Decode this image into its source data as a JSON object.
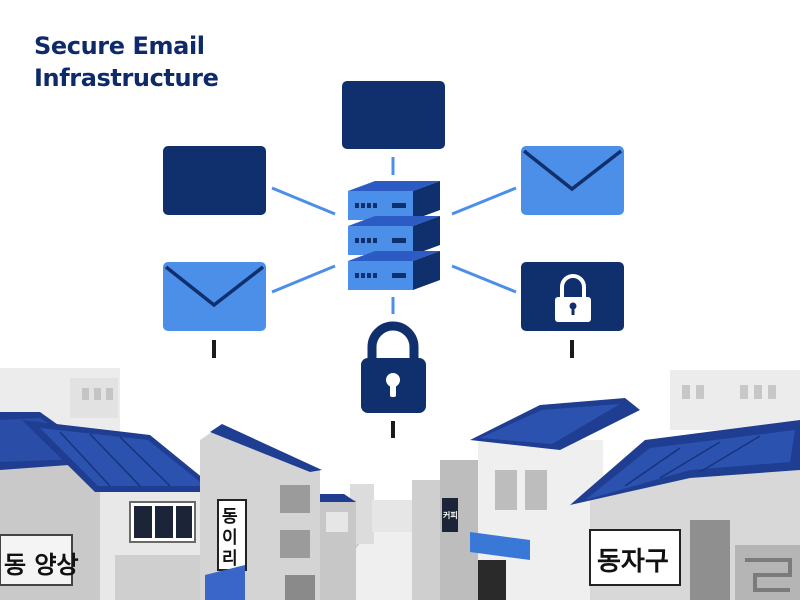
{
  "title": {
    "line1": "Secure Email",
    "line2": "Infrastructure"
  },
  "signs": {
    "left_shop": "동 양상",
    "vertical_left_1": "동",
    "vertical_left_2": "이",
    "vertical_left_3": "리",
    "small_vertical": "커피",
    "right_shop": "동자구"
  },
  "colors": {
    "navy": "#0f2f6d",
    "blue": "#4c8fe8",
    "roof": "#1f3e92",
    "building_light": "#e9e9e9",
    "building_mid": "#c8c8c8",
    "building_dark": "#9a9a9a"
  },
  "icons": [
    "server-icon",
    "mail-icon",
    "padlock-icon"
  ]
}
